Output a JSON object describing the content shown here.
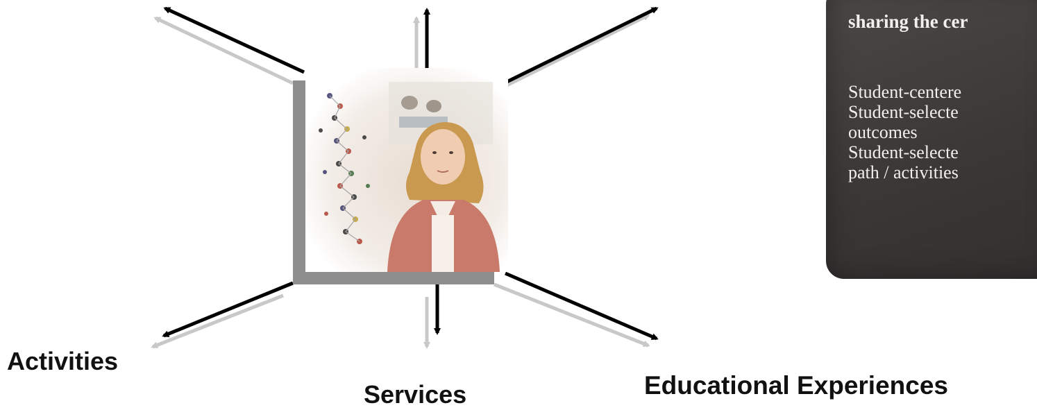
{
  "diagram": {
    "labels": {
      "activities": "Activities",
      "services": "Services",
      "experiences": "Educational Experiences"
    },
    "note": {
      "heading": "sharing the cer",
      "items": [
        "Student-centere",
        "Student-selecte\noutcomes",
        "Student-selecte\npath / activities"
      ]
    },
    "photo": {
      "subject": "student portrait with molecular model"
    },
    "colors": {
      "arrow": "#000000",
      "arrow_shadow": "#c8c8c8",
      "card_bg": "#3e3b3a",
      "frame_shadow": "#8e8e8e"
    }
  }
}
